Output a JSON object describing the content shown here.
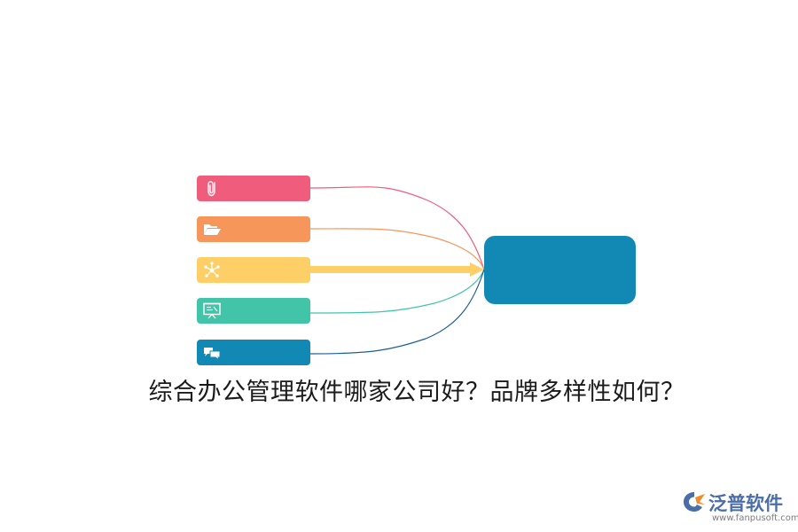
{
  "colors": {
    "node_pink": "#f05c7c",
    "node_orange": "#f7965a",
    "node_yellow": "#fecf66",
    "node_teal": "#42c4a8",
    "node_blue": "#1289b4",
    "center": "#1289b4",
    "caption_text": "#1b1b1b",
    "brand_text": "#4b6ea8",
    "brand_url": "#7d7d7d"
  },
  "nodes": [
    {
      "icon": "paperclip-icon",
      "connector": "thin-curve"
    },
    {
      "icon": "folder-open-icon",
      "connector": "thin-curve"
    },
    {
      "icon": "network-icon",
      "connector": "thick-arrow"
    },
    {
      "icon": "presentation-board-icon",
      "connector": "thin-curve"
    },
    {
      "icon": "chat-bubbles-icon",
      "connector": "thin-curve"
    }
  ],
  "caption": "综合办公管理软件哪家公司好？品牌多样性如何？",
  "brand": {
    "logo_icon": "fanpu-logo-icon",
    "name": "泛普软件",
    "url": "www.fanpusoft.com"
  }
}
